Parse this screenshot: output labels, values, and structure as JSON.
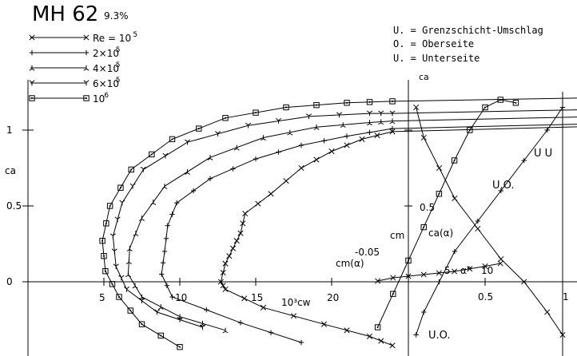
{
  "title": {
    "main": "MH 62",
    "thickness": "9.3%"
  },
  "legend": [
    {
      "marker": "x",
      "label": "Re = 10",
      "exp": "5"
    },
    {
      "marker": "plus",
      "label": "2×10",
      "exp": "5"
    },
    {
      "marker": "tri",
      "label": "4×10",
      "exp": "5"
    },
    {
      "marker": "y",
      "label": "6×10",
      "exp": "5"
    },
    {
      "marker": "square",
      "label": "10",
      "exp": "6"
    }
  ],
  "notes": [
    "U. = Grenzschicht-Umschlag",
    "O. = Oberseite",
    "U. = Unterseite"
  ],
  "labels": {
    "ca_left": "ca",
    "ca_right": "ca",
    "cw_axis": "10³cw",
    "cm": "cm",
    "cm_alpha": "cm(α)",
    "ca_alpha": "ca(α)",
    "alpha_deg": "α°",
    "uu": "U U",
    "uo": "U.O.",
    "uo2": "U.O.",
    "neg005": "-0.05",
    "half_mid": "0.5",
    "half_low": "0.5",
    "one_low": "1",
    "ten": "10",
    "five": "5"
  },
  "chart_data": {
    "type": "line",
    "title": "MH 62 9.3%",
    "polar": {
      "xlabel": "10³cw",
      "ylabel": "ca",
      "xlim": [
        0,
        26
      ],
      "ylim": [
        -0.5,
        1.3
      ],
      "xticks": [
        5,
        10,
        15,
        20
      ],
      "yticks": [
        0,
        0.5,
        1
      ],
      "ytick_labels": [
        "0",
        "0.5",
        "1"
      ],
      "series": [
        {
          "name": "Re = 10^5",
          "marker": "x",
          "cw": [
            24.0,
            22.5,
            19.5,
            15.5,
            13.0,
            12.7,
            13.0,
            13.5,
            14.0,
            14.3,
            16.0,
            18.0,
            20.0,
            22.0,
            24.0
          ],
          "ca": [
            -0.42,
            -0.36,
            -0.28,
            -0.17,
            -0.05,
            0.0,
            0.12,
            0.22,
            0.32,
            0.45,
            0.58,
            0.75,
            0.86,
            0.94,
            0.99
          ]
        },
        {
          "name": "2×10^5",
          "marker": "plus",
          "cw": [
            18.0,
            14.0,
            9.5,
            8.8,
            9.0,
            9.2,
            9.8,
            12.0,
            15.0,
            18.0,
            21.0,
            24.0
          ],
          "ca": [
            -0.4,
            -0.27,
            -0.1,
            0.05,
            0.2,
            0.37,
            0.52,
            0.68,
            0.81,
            0.9,
            0.96,
            1.01
          ]
        },
        {
          "name": "4×10^5",
          "marker": "tri",
          "cw": [
            13.0,
            10.0,
            7.5,
            6.6,
            6.7,
            7.5,
            9.0,
            12.0,
            15.5,
            19.0,
            22.5,
            24.0
          ],
          "ca": [
            -0.32,
            -0.23,
            -0.1,
            0.05,
            0.22,
            0.42,
            0.63,
            0.82,
            0.95,
            1.02,
            1.05,
            1.06
          ]
        },
        {
          "name": "6×10^5",
          "marker": "y",
          "cw": [
            11.5,
            8.5,
            6.5,
            5.8,
            5.6,
            6.2,
            7.6,
            10.5,
            14.5,
            18.5,
            22.5,
            24.0
          ],
          "ca": [
            -0.3,
            -0.2,
            -0.05,
            0.1,
            0.3,
            0.52,
            0.74,
            0.92,
            1.03,
            1.09,
            1.11,
            1.11
          ]
        },
        {
          "name": "10^6",
          "marker": "square",
          "cw": [
            10.0,
            7.5,
            6.0,
            5.1,
            4.9,
            5.4,
            6.8,
            9.5,
            13.0,
            17.0,
            21.0,
            24.0
          ],
          "ca": [
            -0.43,
            -0.28,
            -0.1,
            0.07,
            0.27,
            0.5,
            0.74,
            0.94,
            1.08,
            1.15,
            1.18,
            1.19
          ]
        }
      ]
    },
    "lift_curve": {
      "xlabel": "α°",
      "ylabel": "ca",
      "xlim": [
        -12,
        15
      ],
      "ylim": [
        -0.5,
        1.3
      ],
      "xticks": [
        5,
        10
      ],
      "series": [
        {
          "name": "ca(α)",
          "alpha": [
            -4,
            -2,
            0,
            2,
            4,
            6,
            8,
            10,
            12,
            14
          ],
          "ca": [
            -0.3,
            -0.08,
            0.14,
            0.36,
            0.58,
            0.8,
            1.0,
            1.15,
            1.2,
            1.18
          ]
        }
      ]
    },
    "moment_curve": {
      "xlabel": "α°",
      "ylabel": "cm",
      "series": [
        {
          "name": "cm(α)",
          "alpha": [
            -4,
            -2,
            0,
            2,
            4,
            6,
            8,
            10,
            12
          ],
          "cm": [
            -0.05,
            -0.04,
            -0.035,
            -0.03,
            -0.025,
            -0.02,
            -0.012,
            -0.004,
            0.005
          ]
        }
      ]
    },
    "transition": {
      "xlabel": "",
      "xlim": [
        0,
        1
      ],
      "xticks": [
        0.5,
        1
      ],
      "series": [
        {
          "name": "O.",
          "x": [
            0.05,
            0.1,
            0.2,
            0.3,
            0.45,
            0.6,
            0.75,
            0.9,
            1.0
          ],
          "ca": [
            1.15,
            0.95,
            0.75,
            0.55,
            0.35,
            0.15,
            0.0,
            -0.2,
            -0.35
          ]
        },
        {
          "name": "U.",
          "x": [
            0.05,
            0.1,
            0.2,
            0.3,
            0.45,
            0.6,
            0.75,
            0.9,
            1.0
          ],
          "ca": [
            -0.35,
            -0.2,
            0.0,
            0.2,
            0.4,
            0.6,
            0.8,
            1.0,
            1.15
          ]
        }
      ]
    }
  }
}
